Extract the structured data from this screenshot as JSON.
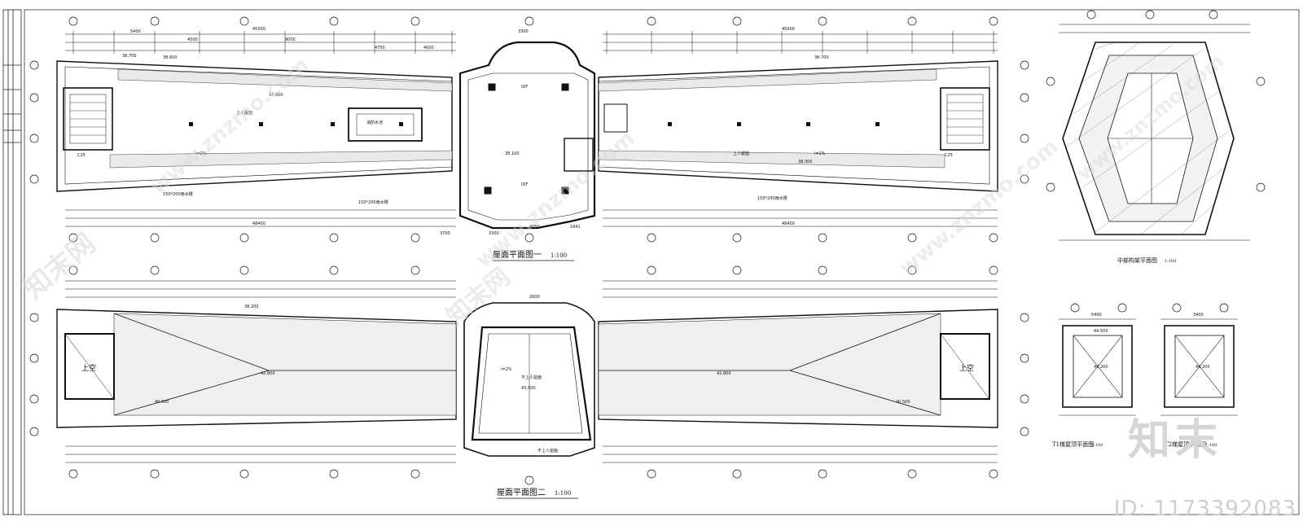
{
  "titles": {
    "roof_plan_1": "屋面平面图一",
    "roof_plan_2": "屋面平面图二",
    "scale_100": "1:100",
    "middle_frame_plan": "中部构架平面图",
    "t1_stair_roof": "T1梯屋顶平面图",
    "t2_stair_roof": "T2梯屋顶平面图"
  },
  "dimensions": {
    "overall_left": "45000",
    "overall_right": "45000",
    "bottom_left": "48400",
    "bottom_right": "48400",
    "bay_a": "5400",
    "bay_b": "4500",
    "bay_c": "9000",
    "bay_d": "4750",
    "bay_e": "4000",
    "bay_f": "3700",
    "bay_g": "3300",
    "bay_h": "1841",
    "center_a": "4050",
    "center_b": "2600",
    "top_center": "3300",
    "stair_w": "3400"
  },
  "elevations": {
    "e1": "38.700",
    "e2": "38.600",
    "e3": "38.300",
    "e4": "37.800",
    "e5": "38.100",
    "e6": "42.800",
    "e7": "43.500",
    "e8": "44.500",
    "e9": "44.200",
    "e10": "40.500",
    "e11": "38.200"
  },
  "labels": {
    "upper_roof": "上人屋面",
    "no_access_roof": "不上人屋面",
    "slope": "i=2%",
    "drain": "150*200雨水槽",
    "void": "上空",
    "idf": "IDF",
    "room": "消防水池",
    "c25": "C25"
  },
  "watermark": {
    "brand": "知末",
    "id_text": "ID: 1173392083",
    "site": "www.znzmo.com",
    "site_cn": "知末网"
  }
}
